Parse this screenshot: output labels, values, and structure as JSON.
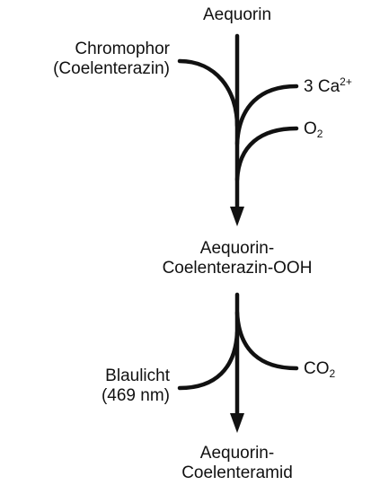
{
  "nodes": {
    "aequorin": {
      "text": "Aequorin"
    },
    "intermediate": {
      "line1": "Aequorin-",
      "line2": "Coelenterazin-OOH"
    },
    "product": {
      "line1": "Aequorin-",
      "line2": "Coelenteramid"
    }
  },
  "inputs": {
    "chromophor": {
      "line1": "Chromophor",
      "line2": "(Coelenterazin)"
    },
    "calcium": {
      "prefix": "3 Ca",
      "sup": "2+"
    },
    "oxygen": {
      "prefix": "O",
      "sub": "2"
    }
  },
  "outputs": {
    "blaulicht": {
      "line1": "Blaulicht",
      "line2": "(469 nm)"
    },
    "co2": {
      "prefix": "CO",
      "sub": "2"
    }
  },
  "colors": {
    "stroke": "#111111"
  }
}
